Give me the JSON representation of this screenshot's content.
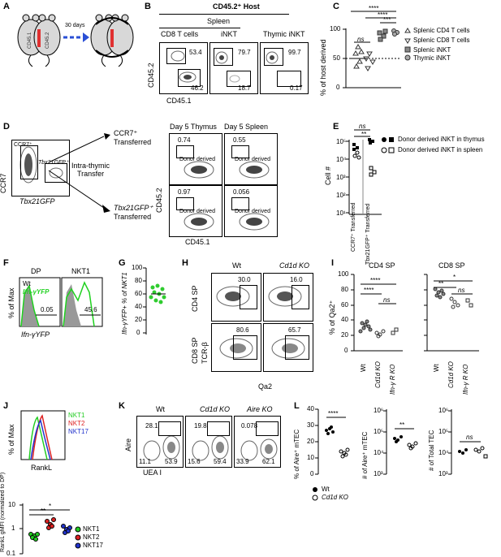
{
  "panels": {
    "A": {
      "label": "A",
      "days": "30 days",
      "host_text": "CD45.1",
      "donor_text": "CD45.2"
    },
    "B": {
      "label": "B",
      "host_title": "CD45.2⁺ Host",
      "spleen": "Spleen",
      "cols": [
        "CD8 T cells",
        "iNKT",
        "Thymic iNKT"
      ],
      "gates": [
        {
          "top": "53.4",
          "bottom": "46.2"
        },
        {
          "top": "79.7",
          "bottom": "18.7"
        },
        {
          "top": "99.7",
          "bottom": "0.17"
        }
      ],
      "ylabel": "CD45.2",
      "xlabel": "CD45.1"
    },
    "C": {
      "label": "C",
      "ylabel": "% of host derived",
      "yticks": [
        "0",
        "50",
        "100"
      ],
      "ns": "ns",
      "stars": [
        "****",
        "****",
        "***"
      ],
      "legend": [
        "Splenic CD4 T cells",
        "Splenic CD8 T cells",
        "Splenic iNKT",
        "Thymic iNKT"
      ]
    },
    "D": {
      "label": "D",
      "day_thymus": "Day 5 Thymus",
      "day_spleen": "Day 5 Spleen",
      "ccr7_gate": "CCR7⁺",
      "tbx_gate": "Tbx21GFP⁺",
      "ccr7_transfer": "CCR7⁺",
      "tbx_transfer": "Tbx21GFP⁺",
      "transferred": "Transferred",
      "intra": "Intra-thymic",
      "transfer": "Transfer",
      "ylabel": "CCR7",
      "xlabel": "Tbx21GFP",
      "plot_ylabel": "CD45.2",
      "plot_xlabel": "CD45.1",
      "vals": [
        {
          "v": "0.74",
          "t": "Donor derived"
        },
        {
          "v": "0.55",
          "t": "Donor derived"
        },
        {
          "v": "0.97",
          "t": "Donor derived"
        },
        {
          "v": "0.056",
          "t": "Donor derived"
        }
      ]
    },
    "E": {
      "label": "E",
      "ylabel": "Cell #",
      "yticks": [
        "10¹",
        "10²",
        "10³",
        "10⁴",
        "10⁵"
      ],
      "ns": "ns",
      "stars": "**",
      "legend": [
        "Donor derived iNKT in thymus",
        "Donor derived iNKT in spleen"
      ],
      "xcats": [
        "CCR7⁺ Transferred",
        "Tbx21GFP⁺ Transferred"
      ]
    },
    "F": {
      "label": "F",
      "titles": [
        "DP",
        "NKT1"
      ],
      "ylabel": "% of Max",
      "xlabel": "Ifn-γYFP",
      "legend_wt": "Wt",
      "legend_ifn": "Ifn-γYFP",
      "v1": "0.05",
      "v2": "45.6"
    },
    "G": {
      "label": "G",
      "ylabel": "Ifn-γYFP+ % of NKT1",
      "yticks": [
        "0",
        "20",
        "40",
        "60",
        "80",
        "100"
      ]
    },
    "H": {
      "label": "H",
      "cols": [
        "Wt",
        "Cd1d KO"
      ],
      "rows": [
        "CD4 SP",
        "CD8 SP"
      ],
      "vals": [
        "30.0",
        "16.0",
        "80.6",
        "65.7"
      ],
      "ylabel": "TCR-β",
      "xlabel": "Qa2"
    },
    "I": {
      "label": "I",
      "titles": [
        "CD4 SP",
        "CD8 SP"
      ],
      "ylabel": "% of Qa2⁺",
      "yticks": [
        "0",
        "20",
        "40",
        "60",
        "80",
        "100"
      ],
      "xcats": [
        "Wt",
        "Cd1d KO",
        "Ifn-γ R KO"
      ],
      "ns": "ns",
      "s4": "****",
      "s2": "**",
      "s1": "*"
    },
    "J": {
      "label": "J",
      "ylabel": "% of Max",
      "xlabel": "RankL",
      "legend": [
        "NKT1",
        "NKT2",
        "NKT17"
      ],
      "legend_colors": [
        "#22cc22",
        "#dd2222",
        "#2233cc"
      ],
      "ylabel2": "RankL gMFI (normalized to DP)",
      "yticks": [
        "0.1",
        "1",
        "10"
      ],
      "s2": "**",
      "s1": "*"
    },
    "K": {
      "label": "K",
      "cols": [
        "Wt",
        "Cd1d KO",
        "Aire KO"
      ],
      "top": [
        "28.1",
        "19.8",
        "0.078"
      ],
      "bl": [
        "11.1",
        "15.6",
        "33.9"
      ],
      "br": [
        "53.9",
        "59.4",
        "62.1"
      ],
      "ylabel": "Aire",
      "xlabel": "UEA I"
    },
    "L": {
      "label": "L",
      "ylabels": [
        "% of Aire⁺ mTEC",
        "# of Aire⁺ mTEC",
        "# of Total TEC"
      ],
      "ytick_pct": [
        "0",
        "10",
        "20",
        "30",
        "40"
      ],
      "ytick_log": [
        "10³",
        "10⁴",
        "10⁵",
        "10⁶"
      ],
      "stars": [
        "****",
        "**"
      ],
      "ns": "ns",
      "legend": [
        "Wt",
        "Cd1d KO"
      ]
    }
  }
}
